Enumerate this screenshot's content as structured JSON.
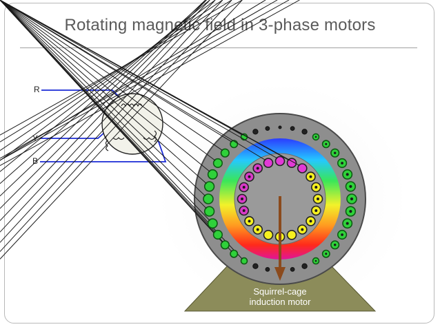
{
  "slide": {
    "title": "Rotating magnetic field in 3-phase motors"
  },
  "wiring": {
    "phases": [
      "R",
      "Y",
      "B"
    ],
    "wire_color": "#1a2ad6"
  },
  "motor": {
    "label_line1": "Squirrel-cage",
    "label_line2": "induction motor",
    "field_arrow_color": "#8b4a1c",
    "base_color": "#8c8c5a",
    "housing_color": "#8e8e8e"
  }
}
